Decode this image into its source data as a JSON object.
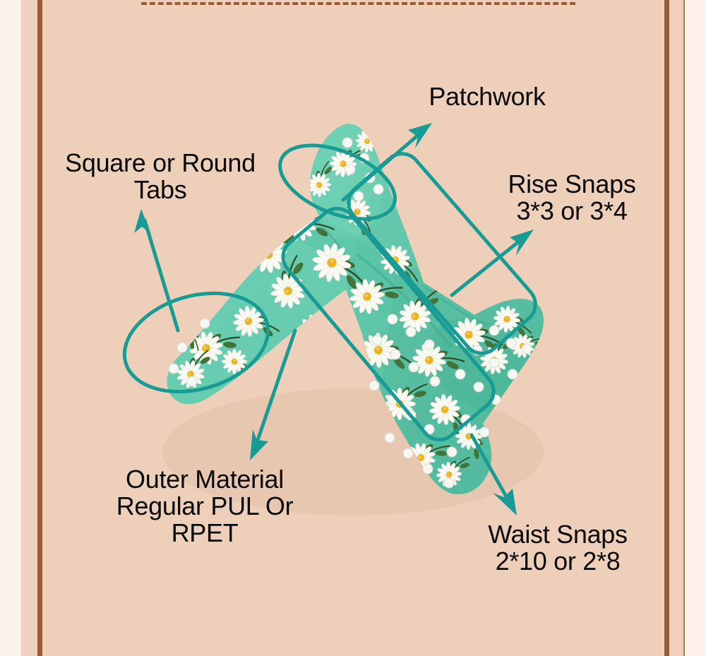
{
  "page": {
    "title": "Cloth Diaper Feature Callout Diagram",
    "background_color": "#eecfba",
    "outer_background_color": "#fdf2ec",
    "frame_band_color": "#eed2bf",
    "frame_line_color": "#9c5b35",
    "divider": {
      "name": "dashed-divider",
      "style": "dashed",
      "color": "#9c5b35"
    }
  },
  "annotation": {
    "color": "#179b94",
    "stroke_width": 5
  },
  "product": {
    "name": "pocket cloth diaper",
    "fabric_color": "#63c8ac",
    "fabric_shade_color": "#4fb79b",
    "print": "white daisy floral",
    "flower_petal_color": "#fdfdf7",
    "flower_center_color": "#e8b424",
    "leaf_color": "#3d6b33",
    "stem_color": "#2f4f23",
    "snap_color": "#f7f7f4"
  },
  "callouts": [
    {
      "id": "tabs",
      "label": "Square or Round\nTabs",
      "marker": "ellipse",
      "arrow": "up"
    },
    {
      "id": "patchwork",
      "label": "Patchwork",
      "marker": "ellipse",
      "arrow": "up-right"
    },
    {
      "id": "rise",
      "label": "Rise Snaps\n3*3 or 3*4",
      "marker": "rounded-rectangle",
      "arrow": "up-right"
    },
    {
      "id": "outer",
      "label": "Outer Material\nRegular PUL Or\nRPET",
      "marker": "line",
      "arrow": "down-left"
    },
    {
      "id": "waist",
      "label": "Waist Snaps\n2*10 or 2*8",
      "marker": "rounded-rectangle",
      "arrow": "down-right"
    }
  ]
}
